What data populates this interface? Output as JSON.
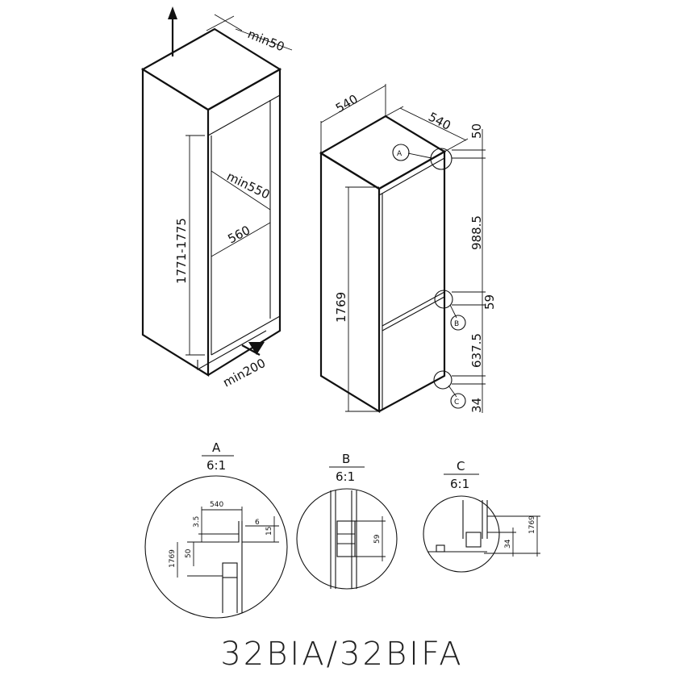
{
  "cabinet": {
    "min_top": "min50",
    "min_depth": "min550",
    "width": "560",
    "height_range": "1771-1775",
    "min_bottom": "min200"
  },
  "appliance": {
    "width": "540",
    "depth": "540",
    "top_gap": "50",
    "upper_door": "988.5",
    "door_gap": "59",
    "lower_door": "637.5",
    "bottom_gap": "34",
    "height": "1769",
    "callout_a": "A",
    "callout_b": "B",
    "callout_c": "C"
  },
  "details": [
    {
      "label": "A",
      "scale": "6:1",
      "dims": [
        "540",
        "3.5",
        "6",
        "15",
        "1769",
        "50"
      ]
    },
    {
      "label": "B",
      "scale": "6:1",
      "dims": [
        "59"
      ]
    },
    {
      "label": "C",
      "scale": "6:1",
      "dims": [
        "34",
        "1769"
      ]
    }
  ],
  "model": "32BIA/32BIFA"
}
